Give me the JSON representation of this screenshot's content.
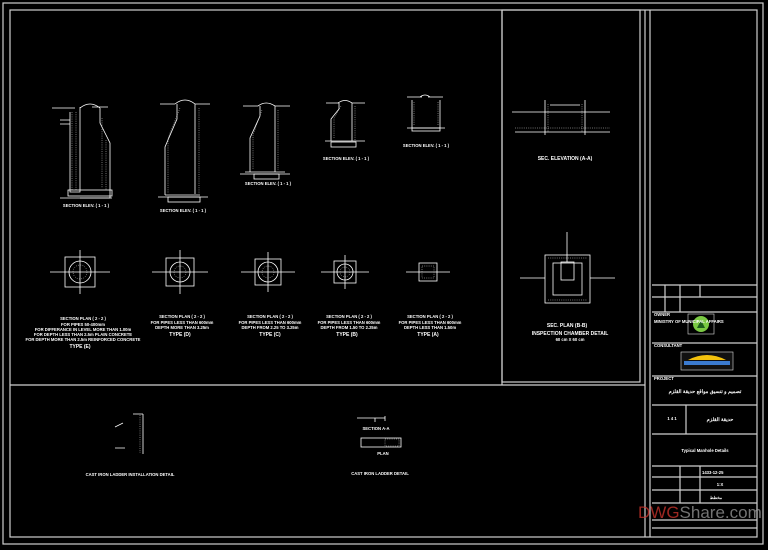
{
  "drawing": {
    "sections": [
      {
        "title": "SECTION ELEV. ( 1 - 1 )"
      },
      {
        "title": "SECTION ELEV. ( 1 - 1 )"
      },
      {
        "title": "SECTION ELEV. ( 1 - 1 )"
      },
      {
        "title": "SECTION ELEV. ( 1 - 1 )"
      },
      {
        "title": "SECTION ELEV. ( 1 - 1 )"
      }
    ],
    "plans": [
      {
        "title": "SECTION PLAN ( 2 - 2 )",
        "notes": [
          "FOR PIPES 50-400mm",
          "FOR DIFFERANCE IN LEVEL MORE THAN 1.00m",
          "FOR DEPTH LESS THAN 2.5m PLAIN CONCRETE",
          "FOR DEPTH MORE THAN 2.5m REINFORCED CONCRETE"
        ],
        "type": "TYPE (E)"
      },
      {
        "title": "SECTION PLAN ( 2 - 2 )",
        "notes": [
          "FOR PIPES LESS THAN 600mm",
          "DEPTH MORE THAN 3.25m"
        ],
        "type": "TYPE (D)"
      },
      {
        "title": "SECTION PLAN ( 2 - 2 )",
        "notes": [
          "FOR PIPES LESS THAN 600mm",
          "DEPTH FROM 2.25 TO 3.25m"
        ],
        "type": "TYPE (C)"
      },
      {
        "title": "SECTION PLAN ( 2 - 2 )",
        "notes": [
          "FOR PIPES LESS THAN 600mm",
          "DEPTH FROM 1.50 TO 2.25m"
        ],
        "type": "TYPE (B)"
      },
      {
        "title": "SECTION PLAN ( 2 - 2 )",
        "notes": [
          "FOR PIPES LESS THAN 600mm",
          "DEPTH LESS THAN 1.50m"
        ],
        "type": "TYPE (A)"
      }
    ],
    "inspection": {
      "elevation_title": "SEC. ELEVATION (A-A)",
      "plan_title": "SEC. PLAN (B-B)",
      "detail_title": "INSPECTION CHAMBER DETAIL",
      "size": "60 cm X 60 cm"
    },
    "ladder": {
      "installation_title": "CAST IRON LADDER INSTALLATION DETAIL",
      "detail_title": "CAST IRON LADDER DETAIL",
      "section_label": "SECTION A-A",
      "plan_label": "PLAN"
    }
  },
  "title_block": {
    "owner_label": "OWNER",
    "owner_name": "MINISTRY OF MUNICIPAL AFFAIRS",
    "consultant_label": "CONSULTANT",
    "project_label": "PROJECT",
    "project_name": "تصميم و تنسيق مواقع حديقة القلزم",
    "sheet_name": "حديقة القلزم",
    "sheet_no": "1 4 1",
    "drawing_title": "Typical Manhole Details",
    "date": "1433-12-25",
    "scale": "1:X",
    "status": "مخطط"
  },
  "watermark": {
    "part1": "DWG",
    "part2": "Share.com"
  },
  "colors": {
    "background": "#000000",
    "lines": "#ffffff",
    "watermark": "#d0342c",
    "owner_logo": "#7ac943",
    "consultant_logo": "#f4c20d"
  }
}
